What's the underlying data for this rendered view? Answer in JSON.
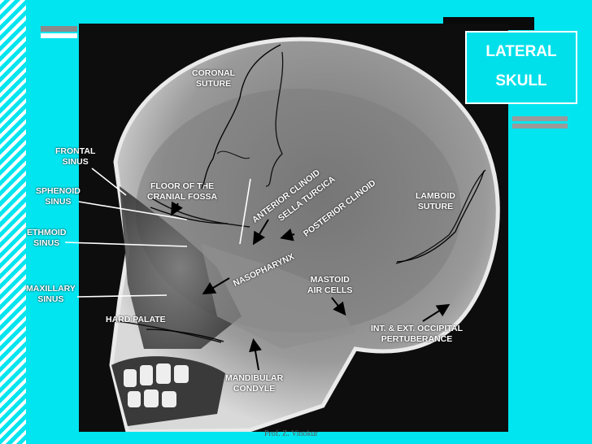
{
  "title": {
    "line1": "LATERAL",
    "line2": "SKULL"
  },
  "labels": {
    "coronal_suture": "CORONAL\nSUTURE",
    "frontal_sinus": "FRONTAL\nSINUS",
    "sphenoid_sinus": "SPHENOID\nSINUS",
    "ethmoid_sinus": "ETHMOID\nSINUS",
    "maxillary_sinus": "MAXILLARY\nSINUS",
    "floor_cranial_fossa": "FLOOR OF THE\nCRANIAL FOSSA",
    "anterior_clinoid": "ANTERIOR CLINOID",
    "sella_turcica": "SELLA TURCICA",
    "posterior_clinoid": "POSTERIOR CLINOID",
    "nasopharynx": "NASOPHARYNX",
    "lamboid_suture": "LAMBOID\nSUTURE",
    "mastoid_air_cells": "MASTOID\nAIR CELLS",
    "hard_palate": "HARD PALATE",
    "occipital": "INT. & EXT. OCCIPITAL\nPERTUBERANCE",
    "mandibular_condyle": "MANDIBULAR\nCONDYLE"
  },
  "footer": "Prof. Z. Vinokur",
  "colors": {
    "background": "#00e5ef",
    "slide": "#0d0d0d",
    "label": "#ffffff"
  }
}
